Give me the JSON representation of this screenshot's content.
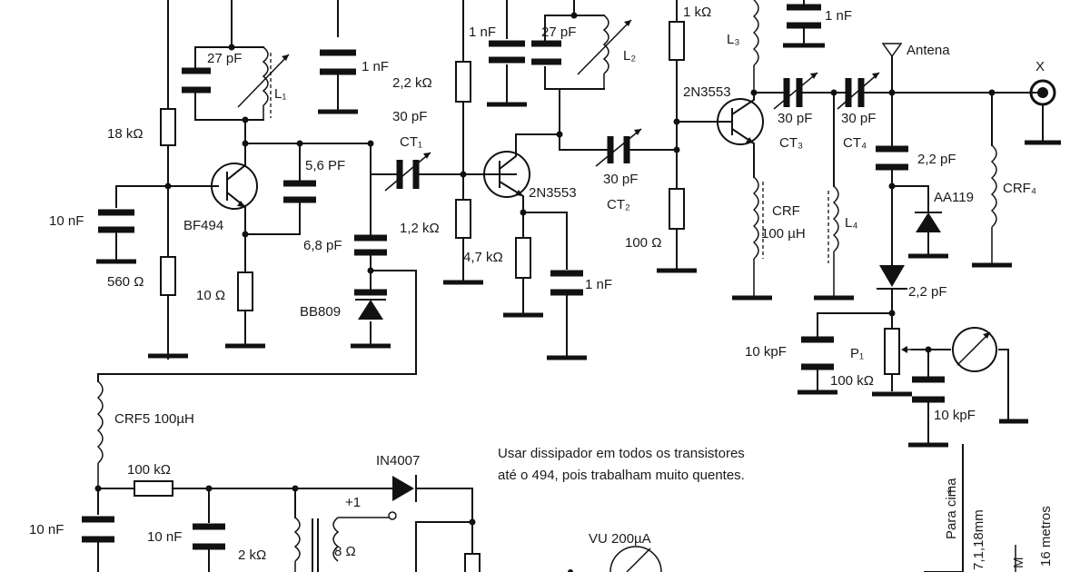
{
  "labels": {
    "c_27pf_1": "27 pF",
    "l1": "L₁",
    "c_1nf_top_left": "1 nF",
    "r_18k": "18 kΩ",
    "c_10nf_left": "10 nF",
    "bf494": "BF494",
    "r_560": "560 Ω",
    "c_5_6pf": "5,6 PF",
    "r_10": "10 Ω",
    "c_6_8pf": "6,8 pF",
    "bb809": "BB809",
    "r_2_2k": "2,2 kΩ",
    "c_30pf_ct1": "30 pF",
    "ct1": "CT₁",
    "c_1nf_mid": "1 nF",
    "c_27pf_2": "27 pF",
    "l2": "L₂",
    "r_1k": "1 kΩ",
    "r_1_2k": "1,2 kΩ",
    "q2": "2N3553",
    "r_4_7k": "4,7 kΩ",
    "c_1nf_q2": "1 nF",
    "c_30pf_ct2": "30 pF",
    "ct2": "CT₂",
    "r_100": "100 Ω",
    "l3": "L₃",
    "c_1nf_top_right": "1 nF",
    "q3": "2N3553",
    "crf_label": "CRF",
    "crf_value": "100 µH",
    "l4": "L₄",
    "c_30pf_ct3": "30 pF",
    "ct3": "CT₃",
    "c_30pf_ct4": "30 pF",
    "ct4": "CT₄",
    "antena": "Antena",
    "x_out": "X",
    "c_2_2pf_a": "2,2 pF",
    "aa119": "AA119",
    "crf4": "CRF₄",
    "c_2_2pf_b": "2,2 pF",
    "c_10kpf_a": "10 kpF",
    "p1": "P₁",
    "p1_value": "100 kΩ",
    "c_10kpf_b": "10 kpF",
    "crf5": "CRF5 100µH",
    "r_100k": "100 kΩ",
    "d_in4007": "IN4007",
    "plus1": "+1",
    "c_10nf_b1": "10 nF",
    "c_10nf_b2": "10 nF",
    "r_2k": "2 kΩ",
    "r_8": "8 Ω",
    "vu": "VU  200µA",
    "para_cima": "Para cima",
    "dims": "7,1,18mm",
    "m": "M",
    "metros": "16 metros",
    "plus": "+"
  },
  "note": {
    "line1": "Usar dissipador em todos os transistores",
    "line2": "até o 494, pois trabalham muito quentes."
  }
}
